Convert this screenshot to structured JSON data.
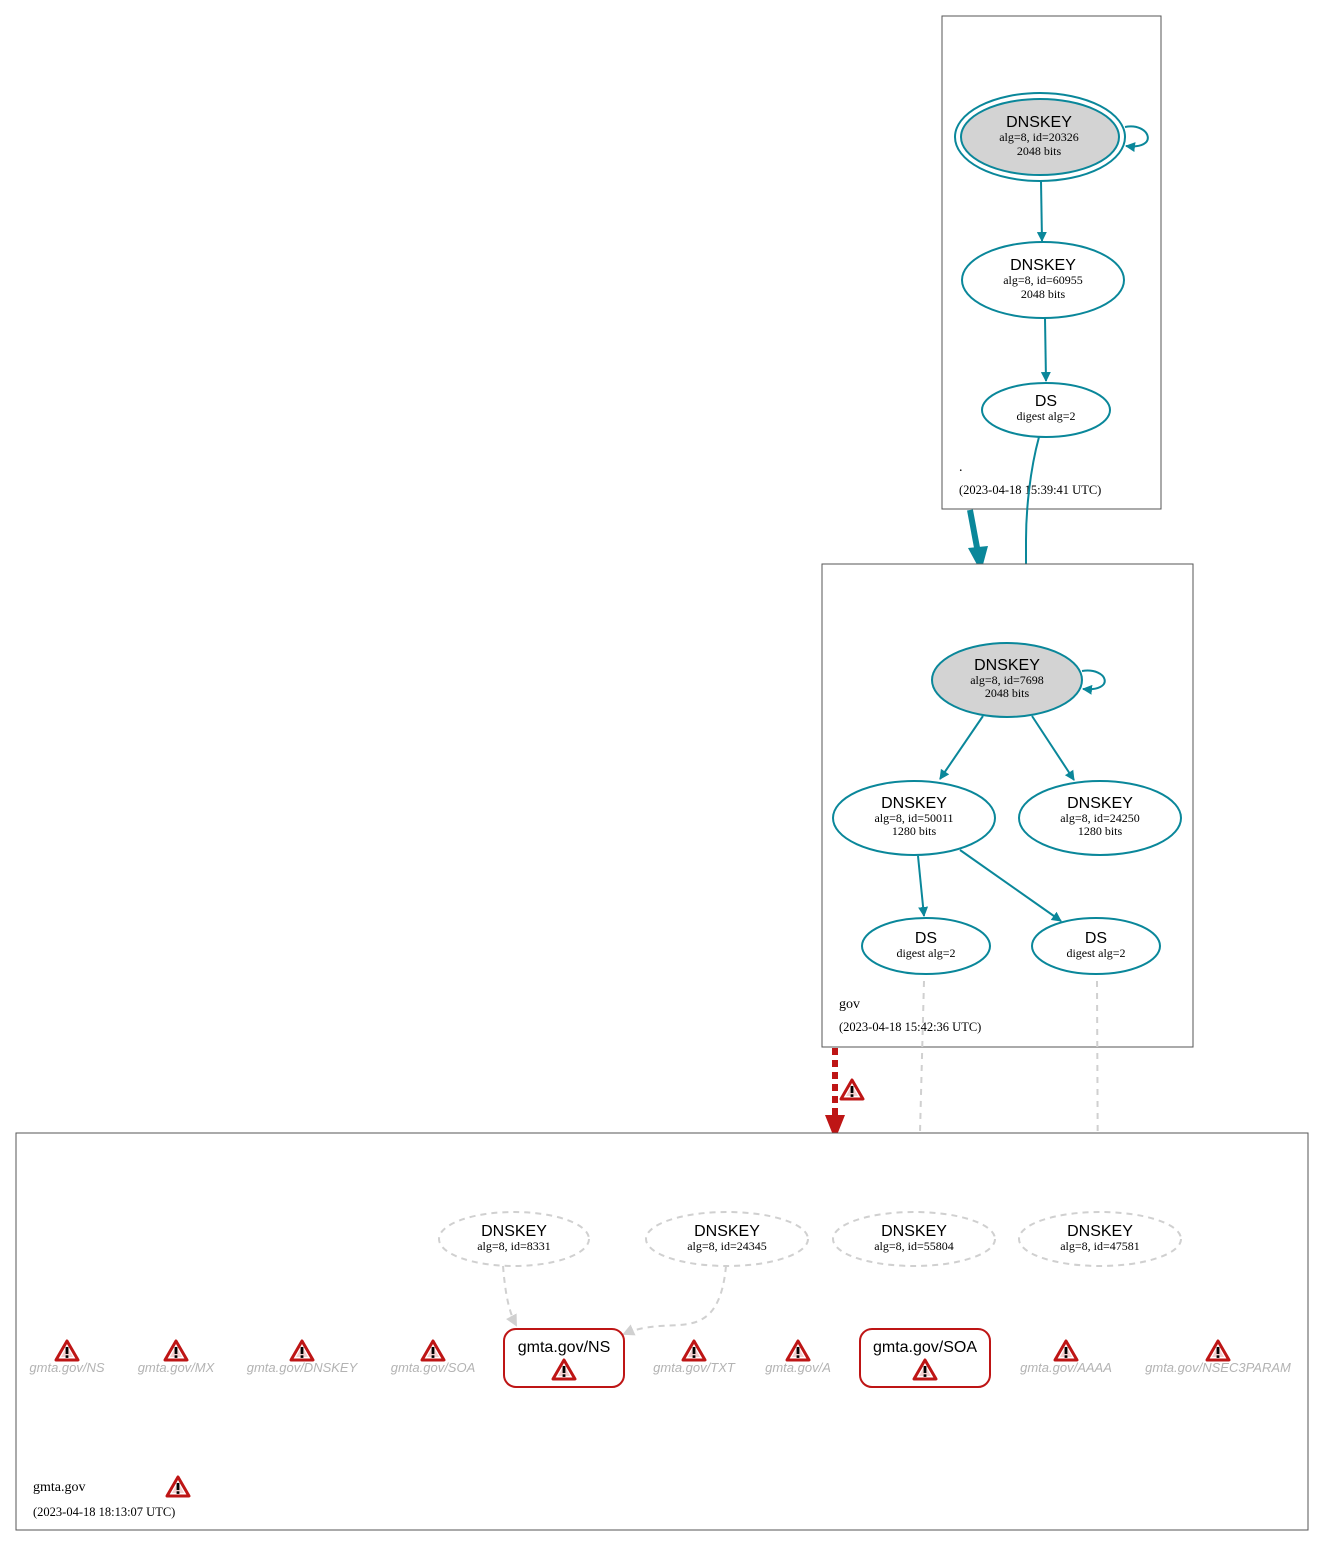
{
  "zones": {
    "root": {
      "name": ".",
      "date": "(2023-04-18 15:39:41 UTC)"
    },
    "gov": {
      "name": "gov",
      "date": "(2023-04-18 15:42:36 UTC)"
    },
    "gmta": {
      "name": "gmta.gov",
      "date": "(2023-04-18 18:13:07 UTC)"
    }
  },
  "nodes": {
    "root_ksk": {
      "title": "DNSKEY",
      "line1": "alg=8, id=20326",
      "line2": "2048 bits"
    },
    "root_zsk": {
      "title": "DNSKEY",
      "line1": "alg=8, id=60955",
      "line2": "2048 bits"
    },
    "root_ds": {
      "title": "DS",
      "line1": "digest alg=2"
    },
    "gov_ksk": {
      "title": "DNSKEY",
      "line1": "alg=8, id=7698",
      "line2": "2048 bits"
    },
    "gov_zsk1": {
      "title": "DNSKEY",
      "line1": "alg=8, id=50011",
      "line2": "1280 bits"
    },
    "gov_zsk2": {
      "title": "DNSKEY",
      "line1": "alg=8, id=24250",
      "line2": "1280 bits"
    },
    "gov_ds1": {
      "title": "DS",
      "line1": "digest alg=2"
    },
    "gov_ds2": {
      "title": "DS",
      "line1": "digest alg=2"
    },
    "gmta_k1": {
      "title": "DNSKEY",
      "line1": "alg=8, id=8331"
    },
    "gmta_k2": {
      "title": "DNSKEY",
      "line1": "alg=8, id=24345"
    },
    "gmta_k3": {
      "title": "DNSKEY",
      "line1": "alg=8, id=55804"
    },
    "gmta_k4": {
      "title": "DNSKEY",
      "line1": "alg=8, id=47581"
    },
    "rr_ns_box": {
      "title": "gmta.gov/NS"
    },
    "rr_soa_box": {
      "title": "gmta.gov/SOA"
    }
  },
  "rrsets": {
    "ns": "gmta.gov/NS",
    "mx": "gmta.gov/MX",
    "dnskey": "gmta.gov/DNSKEY",
    "soa": "gmta.gov/SOA",
    "txt": "gmta.gov/TXT",
    "a": "gmta.gov/A",
    "aaaa": "gmta.gov/AAAA",
    "nsec3param": "gmta.gov/NSEC3PARAM"
  },
  "colors": {
    "secure": "#0a879a",
    "bogus": "#be1515",
    "ghost": "#d0d0d0",
    "ksk_fill": "#d3d3d3"
  },
  "icons": {
    "warning": "warning-icon"
  }
}
